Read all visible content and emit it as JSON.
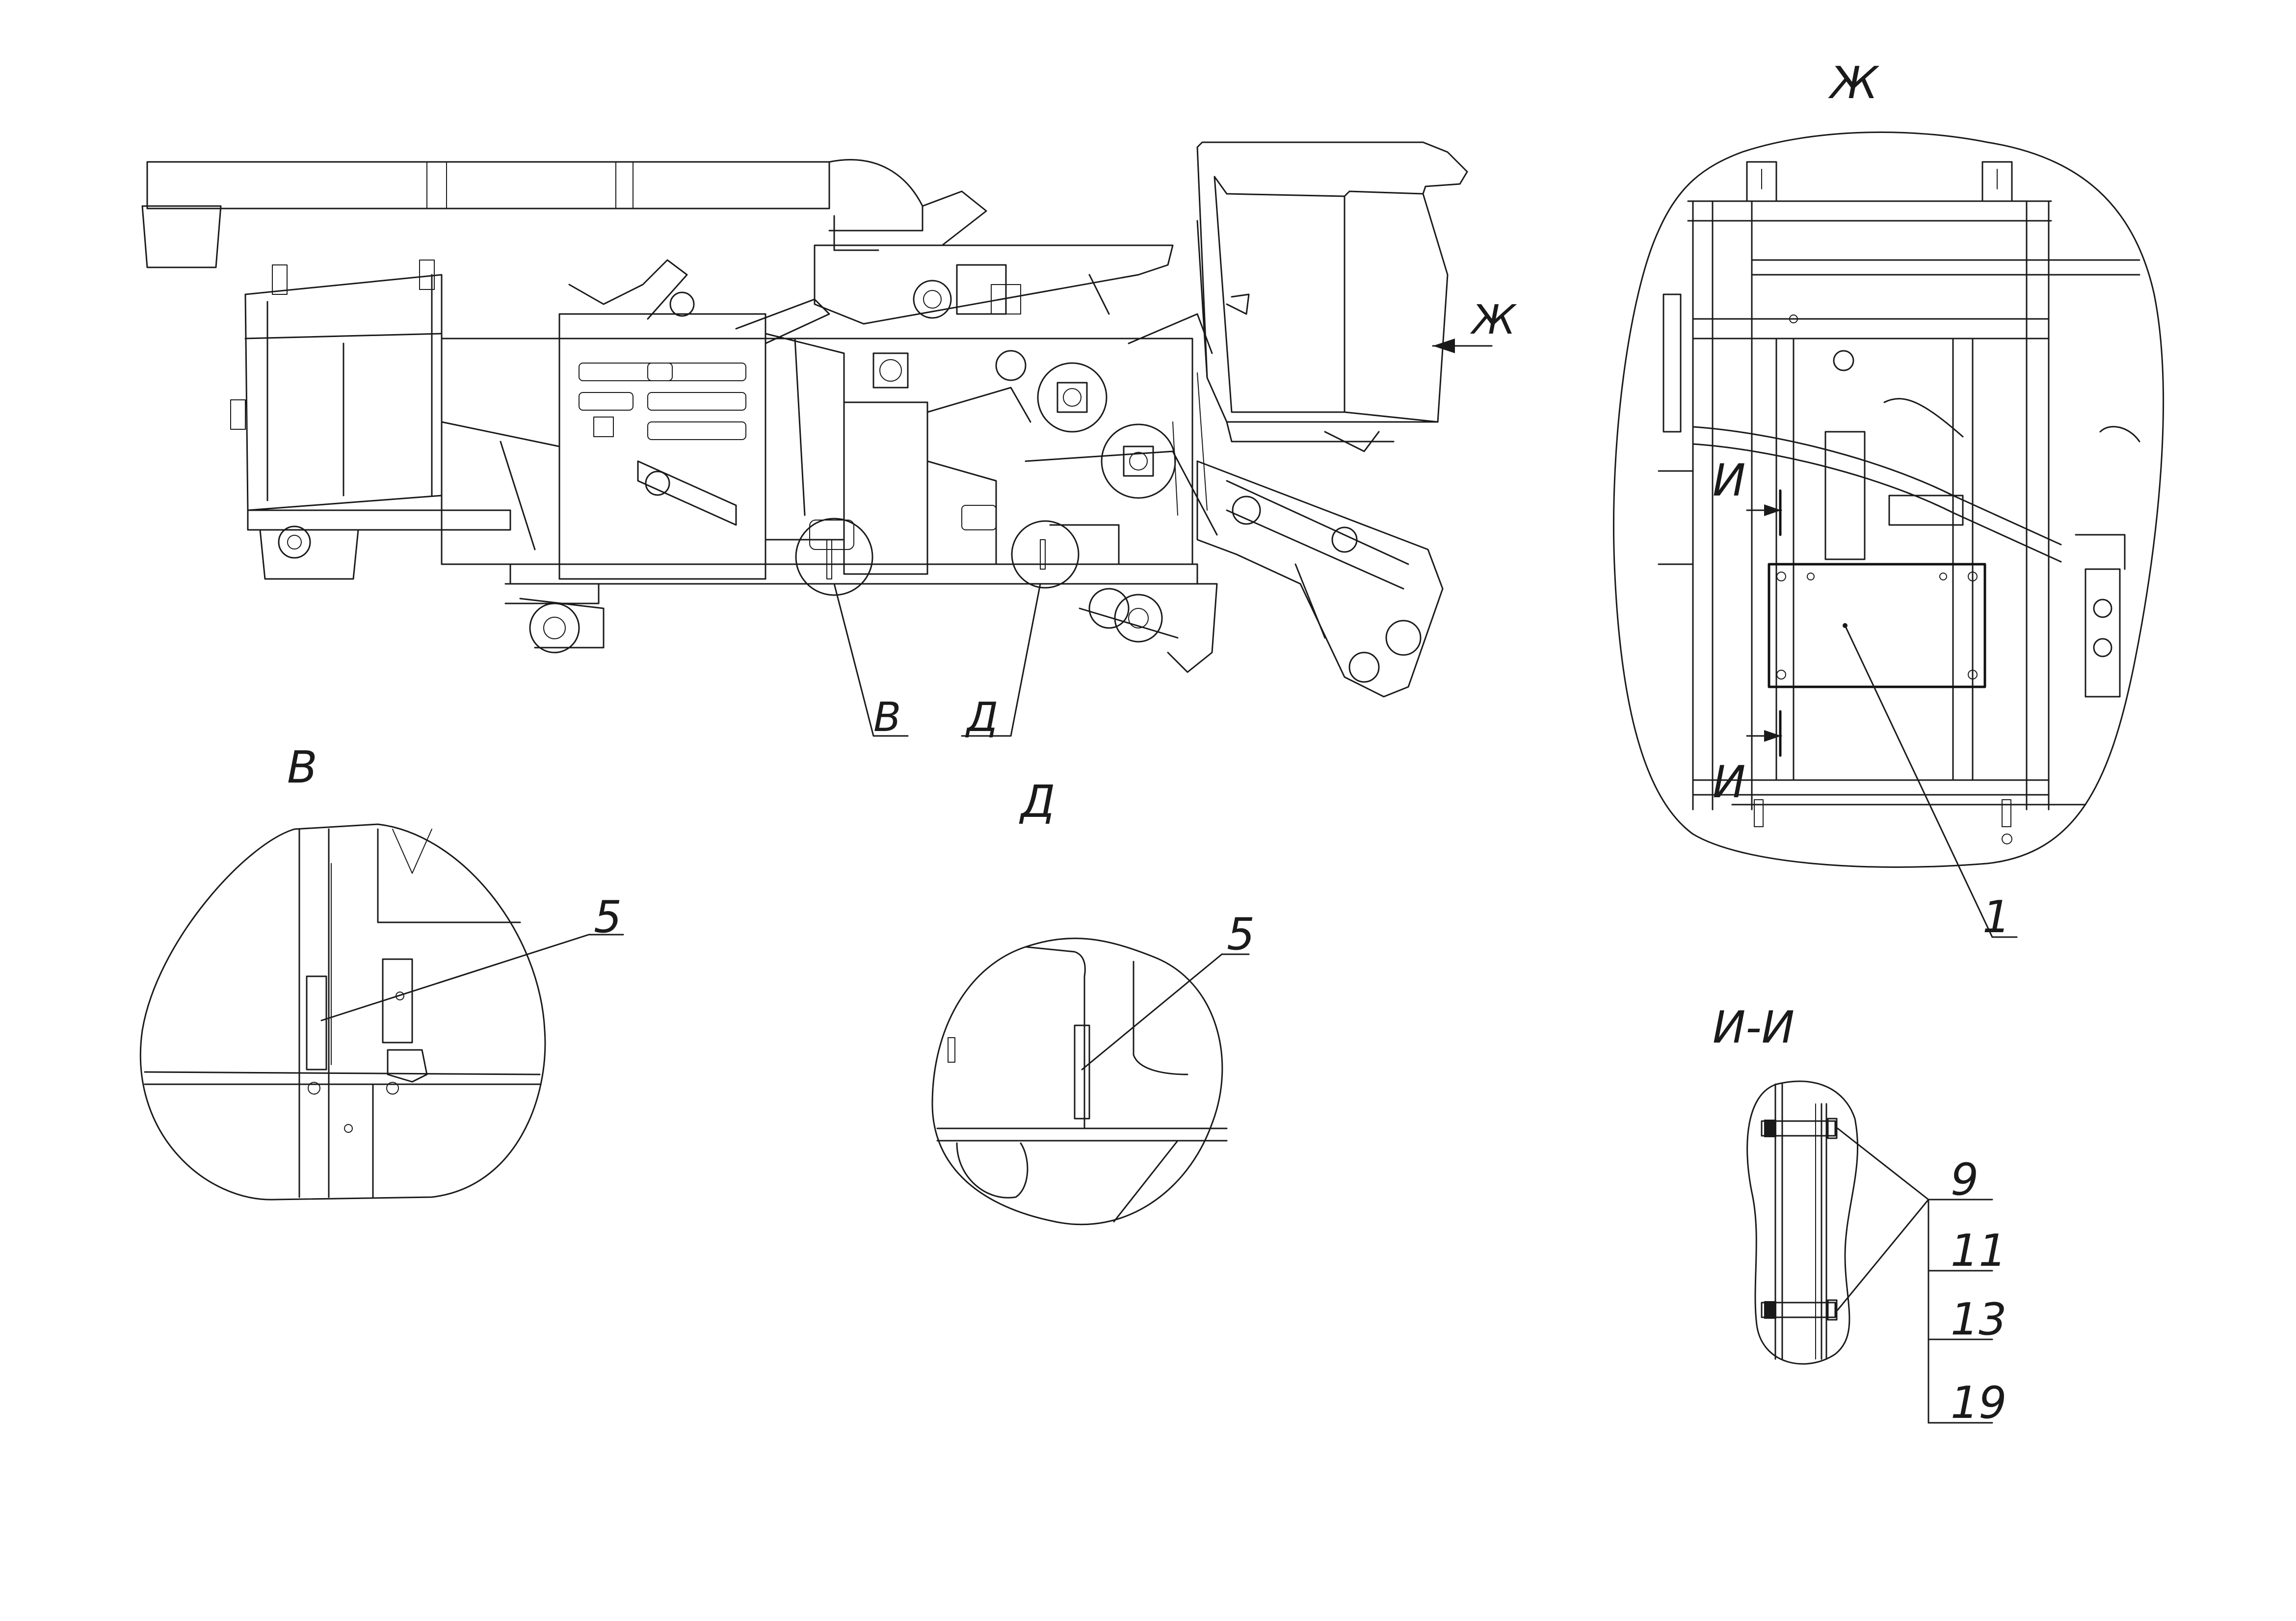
{
  "colors": {
    "ink": "#1a1a1a",
    "paper": "#ffffff"
  },
  "main_view": {
    "callout_v": "В",
    "callout_d": "Д",
    "view_arrow": "Ж"
  },
  "detail_v": {
    "title": "В",
    "position_label": "5"
  },
  "detail_d": {
    "title": "Д",
    "position_label": "5"
  },
  "view_zh": {
    "title": "Ж",
    "section_mark_top": "И",
    "section_mark_bottom": "И",
    "position_label": "1"
  },
  "section_ii": {
    "title": "И-И",
    "position_labels": [
      "9",
      "11",
      "13",
      "19"
    ]
  }
}
